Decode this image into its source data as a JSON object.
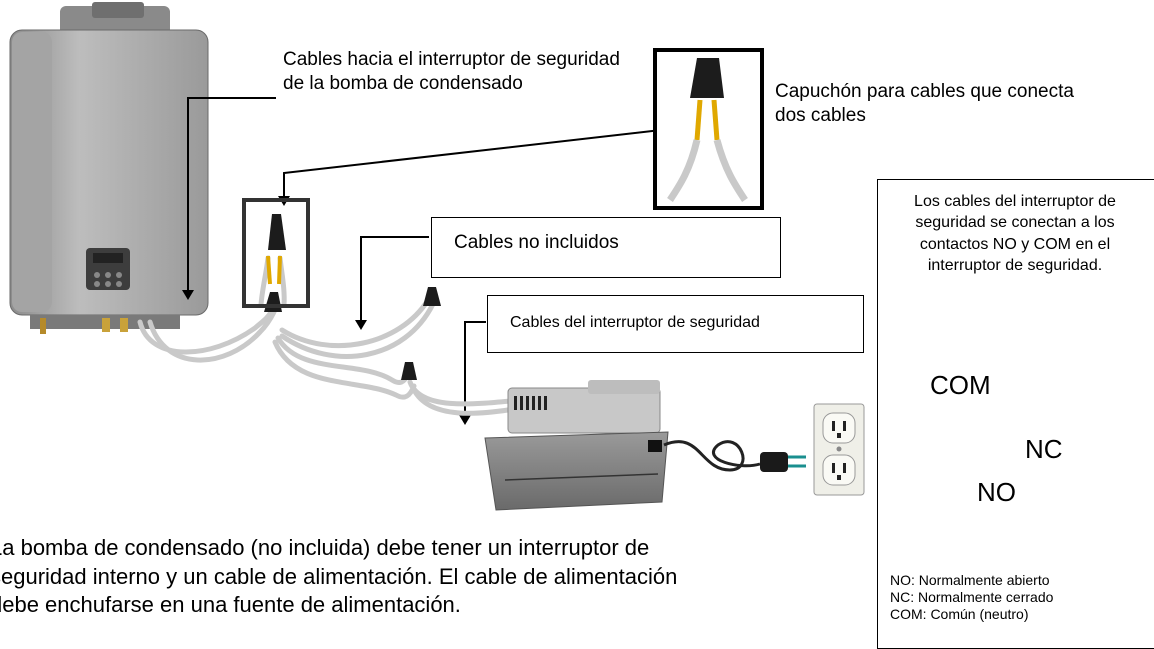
{
  "labels": {
    "wires_to_switch": "Cables hacia el interruptor de seguridad de la bomba de condensado",
    "wire_cap": "Capuchón para cables que conecta dos cables",
    "wires_not_included": "Cables no incluidos",
    "safety_switch_wires": "Cables del interruptor de seguridad"
  },
  "panel": {
    "description": "Los cables del interruptor de seguridad se conectan a los contactos NO y COM en el interruptor de seguridad.",
    "com": "COM",
    "nc": "NC",
    "no": "NO",
    "legend": [
      "NO: Normalmente abierto",
      "NC: Normalmente cerrado",
      "COM: Común (neutro)"
    ]
  },
  "bottom_text": [
    "La bomba de condensado (no incluida) debe tener un interruptor de",
    "seguridad interno y un cable de alimentación. El cable de alimentación",
    "debe enchufarse en una fuente de alimentación."
  ]
}
